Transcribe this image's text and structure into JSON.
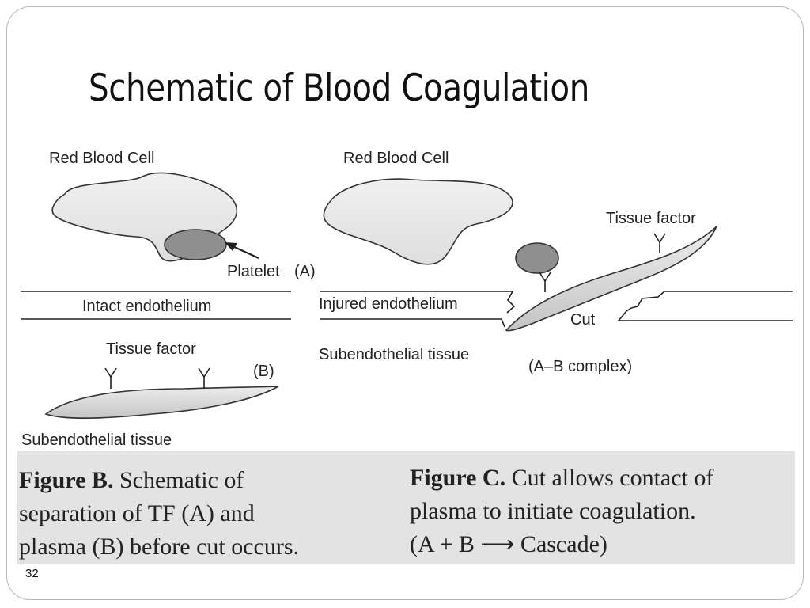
{
  "slide": {
    "title": "Schematic of Blood Coagulation",
    "page_number": "32"
  },
  "panel_left": {
    "red_blood_cell_label": "Red Blood Cell",
    "platelet_label": "Platelet",
    "marker_a": "(A)",
    "endothelium_label": "Intact endothelium",
    "tissue_factor_label": "Tissue factor",
    "marker_b": "(B)",
    "subendothelial_label": "Subendothelial tissue"
  },
  "panel_right": {
    "red_blood_cell_label": "Red Blood Cell",
    "tissue_factor_label": "Tissue factor",
    "endothelium_label": "Injured endothelium",
    "cut_label": "Cut",
    "subendothelial_label": "Subendothelial tissue",
    "complex_label": "(A–B complex)"
  },
  "captions": {
    "figure_b_heading": "Figure B.",
    "figure_b_line1": "Schematic of",
    "figure_b_line2": "separation of TF (A) and",
    "figure_b_line3": "plasma (B) before cut occurs.",
    "figure_c_heading": "Figure C.",
    "figure_c_line1": "Cut allows contact of",
    "figure_c_line2": "plasma to initiate coagulation.",
    "figure_c_line3": "(A + B ⟶ Cascade)"
  },
  "colors": {
    "cell_fill": "#e6e6e6",
    "platelet_fill": "#8f8f8f",
    "tissue_fill": "#d3d3d3",
    "caption_band": "#e3e3e3"
  }
}
